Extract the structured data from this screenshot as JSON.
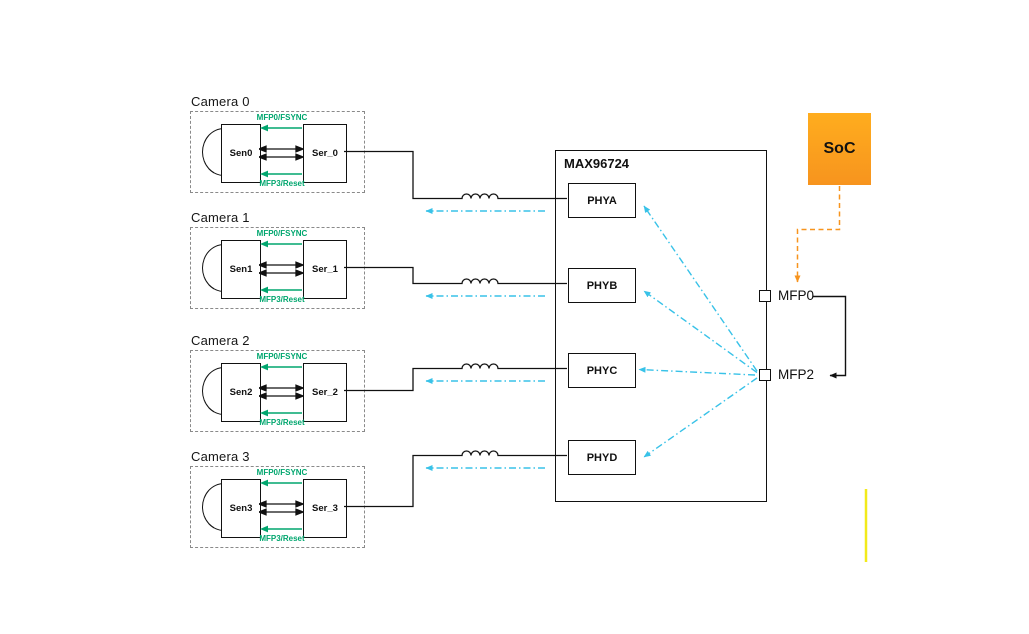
{
  "cameras": [
    {
      "label": "Camera 0",
      "sensor": "Sen0",
      "serializer": "Ser_0",
      "fsync": "MFP0/FSYNC",
      "reset": "MFP3/Reset"
    },
    {
      "label": "Camera 1",
      "sensor": "Sen1",
      "serializer": "Ser_1",
      "fsync": "MFP0/FSYNC",
      "reset": "MFP3/Reset"
    },
    {
      "label": "Camera 2",
      "sensor": "Sen2",
      "serializer": "Ser_2",
      "fsync": "MFP0/FSYNC",
      "reset": "MFP3/Reset"
    },
    {
      "label": "Camera 3",
      "sensor": "Sen3",
      "serializer": "Ser_3",
      "fsync": "MFP0/FSYNC",
      "reset": "MFP3/Reset"
    }
  ],
  "chip": {
    "label": "MAX96724",
    "phys": [
      "PHYA",
      "PHYB",
      "PHYC",
      "PHYD"
    ],
    "pins": {
      "mfp0": "MFP0",
      "mfp2": "MFP2"
    }
  },
  "soc": {
    "label": "SoC"
  },
  "colors": {
    "green": "#00A66E",
    "cyan": "#38C2E8",
    "orange": "#F7941E",
    "soc_fill": "#F9A01B",
    "yellow": "#F2EA1A",
    "wire": "#111111"
  }
}
